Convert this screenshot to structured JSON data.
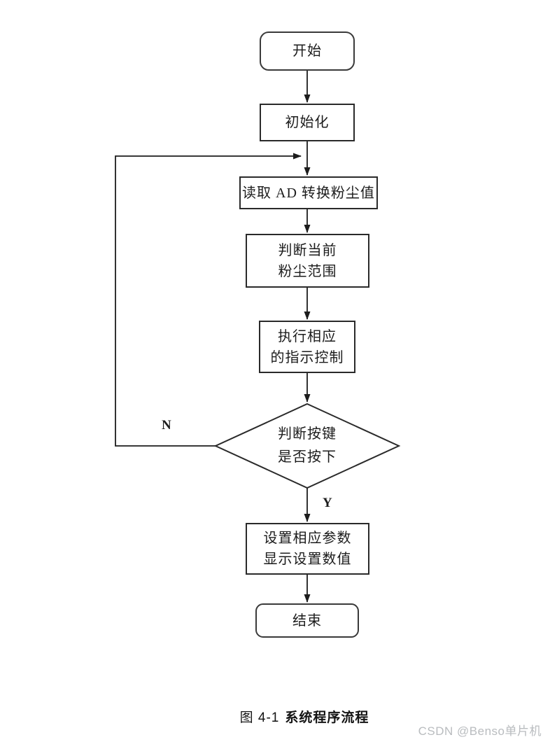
{
  "flowchart": {
    "nodes": {
      "start": {
        "label": "开始"
      },
      "init": {
        "label": "初始化"
      },
      "read": {
        "label": "读取 AD 转换粉尘值"
      },
      "judge": {
        "line1": "判断当前",
        "line2": "粉尘范围"
      },
      "exec": {
        "line1": "执行相应",
        "line2": "的指示控制"
      },
      "decision": {
        "line1": "判断按键",
        "line2": "是否按下"
      },
      "set": {
        "line1": "设置相应参数",
        "line2": "显示设置数值"
      },
      "end": {
        "label": "结束"
      }
    },
    "branch_labels": {
      "no": "N",
      "yes": "Y"
    }
  },
  "caption": {
    "prefix": "图 4-1",
    "title": "系统程序流程"
  },
  "watermark": "CSDN @Benso单片机",
  "colors": {
    "line": "#1c1c1c",
    "watermark": "#b9bcbf",
    "background": "#ffffff"
  }
}
